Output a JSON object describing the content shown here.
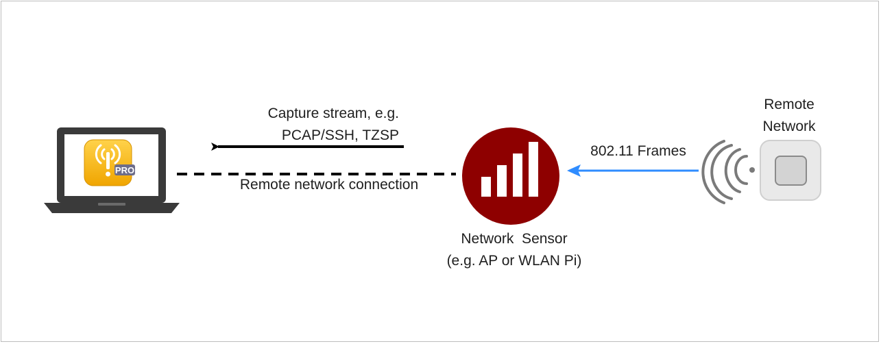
{
  "labels": {
    "capture_line1": "Capture stream, e.g.",
    "capture_line2": "PCAP/SSH, TZSP",
    "remote_connection": "Remote network connection",
    "frames": "802.11 Frames",
    "sensor_line1": "Network  Sensor",
    "sensor_line2": "(e.g. AP or WLAN Pi)",
    "remote_line1": "Remote",
    "remote_line2": "Network",
    "app_badge": "PRO"
  },
  "colors": {
    "sensor": "#8e0000",
    "frames_arrow": "#2f8cff",
    "capture_arrow": "#000000",
    "laptop": "#3a3a3a",
    "app_icon": "#f5b300",
    "wifi_waves": "#7a7a7a",
    "ap_body": "#e9e9e9"
  },
  "icons": {
    "laptop": "laptop-icon",
    "app": "wifi-explorer-pro-app-icon",
    "sensor": "signal-bars-icon",
    "waves": "wifi-waves-icon",
    "access_point": "access-point-icon"
  }
}
